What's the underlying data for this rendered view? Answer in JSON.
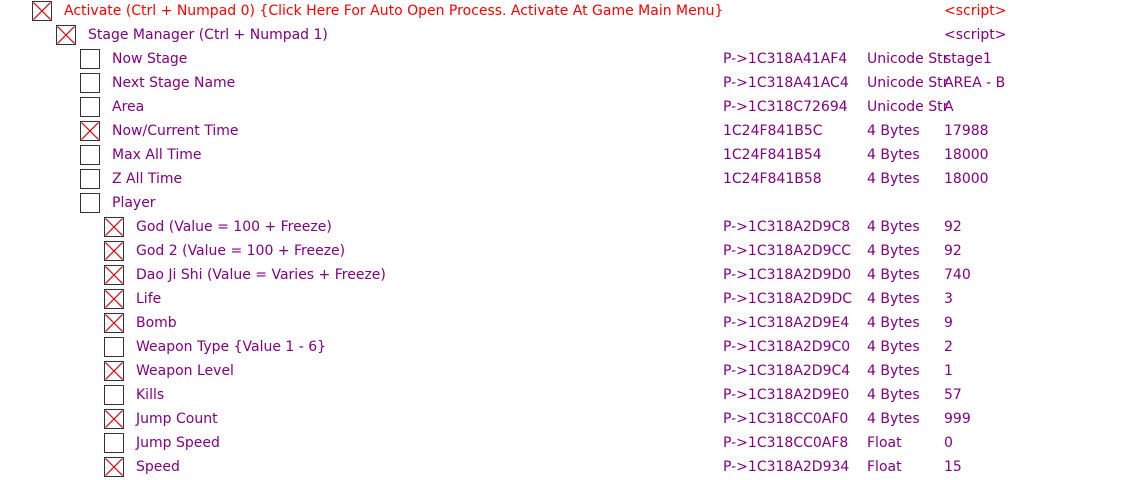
{
  "colors": {
    "red": "#ff0000",
    "purple": "#800080",
    "check_mark": "#cc0000"
  },
  "rows": [
    {
      "indent": 0,
      "checked": true,
      "color": "#ff0000",
      "description": "Activate (Ctrl + Numpad 0) {Click Here For Auto Open Process. Activate At Game Main Menu}",
      "address": "",
      "type": "",
      "value": "<script>"
    },
    {
      "indent": 1,
      "checked": true,
      "color": "#800080",
      "description": "Stage Manager (Ctrl + Numpad 1)",
      "address": "",
      "type": "",
      "value": "<script>"
    },
    {
      "indent": 2,
      "checked": false,
      "color": "#800080",
      "description": "Now Stage",
      "address": "P->1C318A41AF4",
      "type": "Unicode Str",
      "value": "stage1"
    },
    {
      "indent": 2,
      "checked": false,
      "color": "#800080",
      "description": "Next Stage Name",
      "address": "P->1C318A41AC4",
      "type": "Unicode Str",
      "value": "AREA - B"
    },
    {
      "indent": 2,
      "checked": false,
      "color": "#800080",
      "description": "Area",
      "address": "P->1C318C72694",
      "type": "Unicode Str",
      "value": "A"
    },
    {
      "indent": 2,
      "checked": true,
      "color": "#800080",
      "description": "Now/Current Time",
      "address": "1C24F841B5C",
      "type": "4 Bytes",
      "value": "17988"
    },
    {
      "indent": 2,
      "checked": false,
      "color": "#800080",
      "description": "Max All Time",
      "address": "1C24F841B54",
      "type": "4 Bytes",
      "value": "18000"
    },
    {
      "indent": 2,
      "checked": false,
      "color": "#800080",
      "description": "Z All Time",
      "address": "1C24F841B58",
      "type": "4 Bytes",
      "value": "18000"
    },
    {
      "indent": 2,
      "checked": false,
      "color": "#800080",
      "description": "Player",
      "address": "",
      "type": "",
      "value": ""
    },
    {
      "indent": 3,
      "checked": true,
      "color": "#800080",
      "description": "God (Value = 100 + Freeze)",
      "address": "P->1C318A2D9C8",
      "type": "4 Bytes",
      "value": "92"
    },
    {
      "indent": 3,
      "checked": true,
      "color": "#800080",
      "description": "God 2 (Value = 100 + Freeze)",
      "address": "P->1C318A2D9CC",
      "type": "4 Bytes",
      "value": "92"
    },
    {
      "indent": 3,
      "checked": true,
      "color": "#800080",
      "description": "Dao Ji Shi (Value = Varies + Freeze)",
      "address": "P->1C318A2D9D0",
      "type": "4 Bytes",
      "value": "740"
    },
    {
      "indent": 3,
      "checked": true,
      "color": "#800080",
      "description": "Life",
      "address": "P->1C318A2D9DC",
      "type": "4 Bytes",
      "value": "3"
    },
    {
      "indent": 3,
      "checked": true,
      "color": "#800080",
      "description": "Bomb",
      "address": "P->1C318A2D9E4",
      "type": "4 Bytes",
      "value": "9"
    },
    {
      "indent": 3,
      "checked": false,
      "color": "#800080",
      "description": "Weapon Type {Value 1 - 6}",
      "address": "P->1C318A2D9C0",
      "type": "4 Bytes",
      "value": "2"
    },
    {
      "indent": 3,
      "checked": true,
      "color": "#800080",
      "description": "Weapon Level",
      "address": "P->1C318A2D9C4",
      "type": "4 Bytes",
      "value": "1"
    },
    {
      "indent": 3,
      "checked": false,
      "color": "#800080",
      "description": "Kills",
      "address": "P->1C318A2D9E0",
      "type": "4 Bytes",
      "value": "57"
    },
    {
      "indent": 3,
      "checked": true,
      "color": "#800080",
      "description": "Jump Count",
      "address": "P->1C318CC0AF0",
      "type": "4 Bytes",
      "value": "999"
    },
    {
      "indent": 3,
      "checked": false,
      "color": "#800080",
      "description": "Jump Speed",
      "address": "P->1C318CC0AF8",
      "type": "Float",
      "value": "0"
    },
    {
      "indent": 3,
      "checked": true,
      "color": "#800080",
      "description": "Speed",
      "address": "P->1C318A2D934",
      "type": "Float",
      "value": "15"
    }
  ]
}
